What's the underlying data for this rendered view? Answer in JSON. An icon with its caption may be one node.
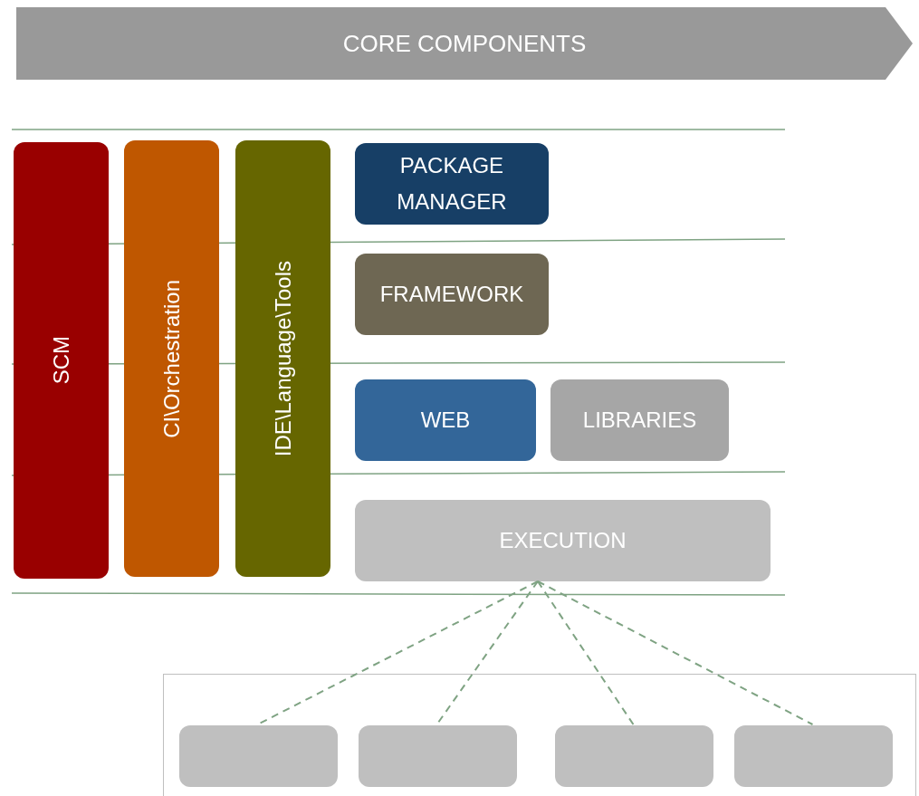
{
  "diagram": {
    "nodes": [
      {
        "text": [
          "CORE COMPONENTS"
        ]
      },
      {
        "text": [
          "SCM"
        ]
      },
      {
        "text": [
          "CI\\Orchestration"
        ]
      },
      {
        "text": [
          "IDE\\Language\\Tools"
        ]
      },
      {
        "text": [
          "PACKAGE MANAGER"
        ]
      },
      {
        "text": [
          "FRAMEWORK"
        ]
      },
      {
        "text": [
          "WEB"
        ]
      },
      {
        "text": [
          "LIBRARIES"
        ]
      },
      {
        "text": [
          "EXECUTION"
        ]
      },
      {
        "text": [],
        "shape": "box"
      },
      {
        "text": [],
        "shape": "box",
        "in": 9
      },
      {
        "text": [],
        "shape": "box",
        "in": 9
      },
      {
        "text": [],
        "shape": "box",
        "in": 9
      },
      {
        "text": [],
        "shape": "box",
        "in": 9
      }
    ],
    "edges": [
      {
        "from": 8,
        "to": 10,
        "arrow": "none",
        "style": "dashed"
      },
      {
        "from": 8,
        "to": 11,
        "arrow": "none",
        "style": "dashed"
      },
      {
        "from": 8,
        "to": 12,
        "arrow": "none",
        "style": "dashed"
      },
      {
        "from": 8,
        "to": 13,
        "arrow": "none",
        "style": "dashed"
      }
    ]
  }
}
